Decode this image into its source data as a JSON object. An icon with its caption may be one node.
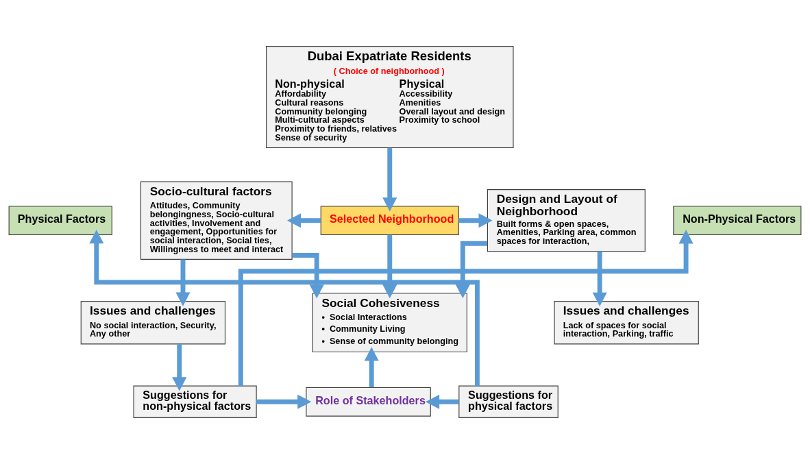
{
  "diagram": {
    "nodes": [
      {
        "text": [
          "Dubai Expatriate Residents",
          "( Choice of neighborhood )",
          "Non-physical",
          "Affordability",
          "Cultural reasons",
          "Community belonging",
          "Multi-cultural aspects",
          "Proximity to friends, relatives",
          "Sense of security",
          "Physical",
          "Accessibility",
          "Amenities",
          "Overall layout and design",
          "Proximity to school"
        ]
      },
      {
        "text": [
          "Non-Physical Factors"
        ]
      },
      {
        "text": [
          "Socio-cultural factors",
          "Attitudes, Community belongingness, Socio-cultural activities, Involvement and engagement, Opportunities for social interaction, Social ties, Willingness to meet and interact"
        ]
      },
      {
        "text": [
          "Selected Neighborhood"
        ]
      },
      {
        "text": [
          "Design and Layout of Neighborhood",
          "Built forms & open spaces, Amenities, Parking area, common spaces for interaction,"
        ]
      },
      {
        "text": [
          "Physical Factors"
        ]
      },
      {
        "text": [
          "Social Cohesiveness",
          "•  Social Interactions",
          "•  Community Living",
          "•  Sense of community belonging"
        ]
      },
      {
        "text": [
          "Issues and challenges",
          "No social interaction, Security, Any other"
        ]
      },
      {
        "text": [
          "Issues and challenges",
          "Lack of spaces for social interaction, Parking, traffic"
        ]
      },
      {
        "text": [
          "Suggestions for non-physical factors"
        ]
      },
      {
        "text": [
          "Role of Stakeholders"
        ]
      },
      {
        "text": [
          "Suggestions for physical factors"
        ]
      }
    ],
    "edges": [
      {
        "from": 0,
        "to": 3,
        "arrow": "to"
      },
      {
        "from": 3,
        "to": 2,
        "arrow": "to"
      },
      {
        "from": 3,
        "to": 4,
        "arrow": "to"
      },
      {
        "from": 3,
        "to": 6,
        "arrow": "to"
      },
      {
        "from": 2,
        "to": 6,
        "arrow": "to"
      },
      {
        "from": 2,
        "to": 7,
        "arrow": "to"
      },
      {
        "from": 4,
        "to": 6,
        "arrow": "to"
      },
      {
        "from": 4,
        "to": 8,
        "arrow": "to"
      },
      {
        "from": 7,
        "to": 9,
        "arrow": "to"
      },
      {
        "from": 9,
        "to": 10,
        "arrow": "to"
      },
      {
        "from": 11,
        "to": 10,
        "arrow": "to"
      },
      {
        "from": 10,
        "to": 6,
        "arrow": "to"
      },
      {
        "from": 9,
        "to": 1,
        "arrow": "to"
      },
      {
        "from": 11,
        "to": 5,
        "arrow": "to"
      }
    ]
  }
}
